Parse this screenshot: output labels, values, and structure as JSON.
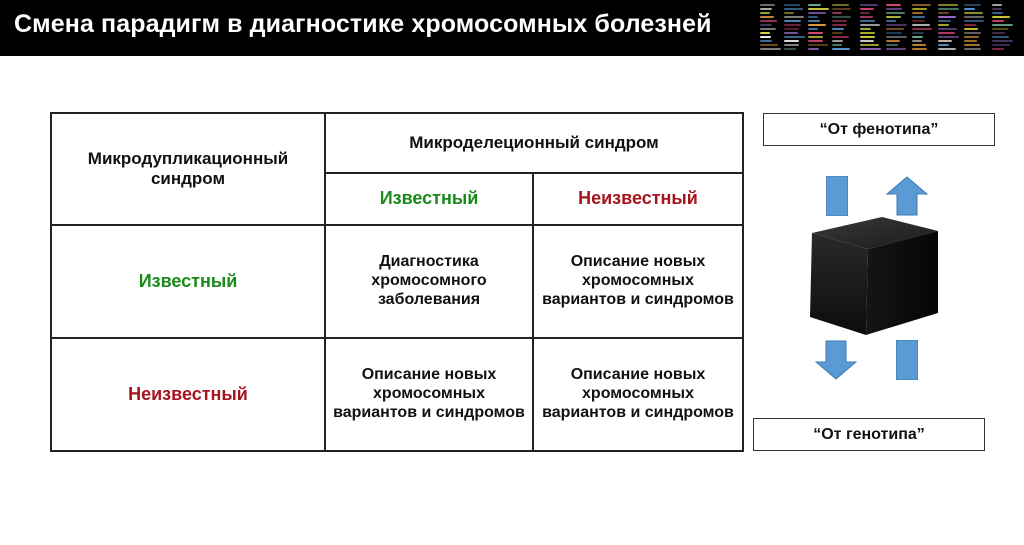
{
  "header": {
    "title": "Смена парадигм в диагностике хромосомных болезней"
  },
  "table": {
    "col_group_header": "Микроделеционный синдром",
    "row_group_header": "Микродупликационный синдром",
    "col_known": "Известный",
    "col_unknown": "Неизвестный",
    "row_known": "Известный",
    "row_unknown": "Неизвестный",
    "cell_known_known": "Диагностика хромосомного заболевания",
    "cell_known_unknown": "Описание новых хромосомных вариантов и синдромов",
    "cell_unknown_known": "Описание новых хромосомных вариантов и синдромов",
    "cell_unknown_unknown": "Описание новых хромосомных вариантов и синдромов"
  },
  "diagram": {
    "from_phenotype": "“От фенотипа”",
    "from_genotype": "“От генотипа”"
  },
  "colors": {
    "known": "#1a8a1a",
    "unknown": "#a6141c",
    "arrow": "#5b9bd5",
    "title_bar": "#000000"
  }
}
